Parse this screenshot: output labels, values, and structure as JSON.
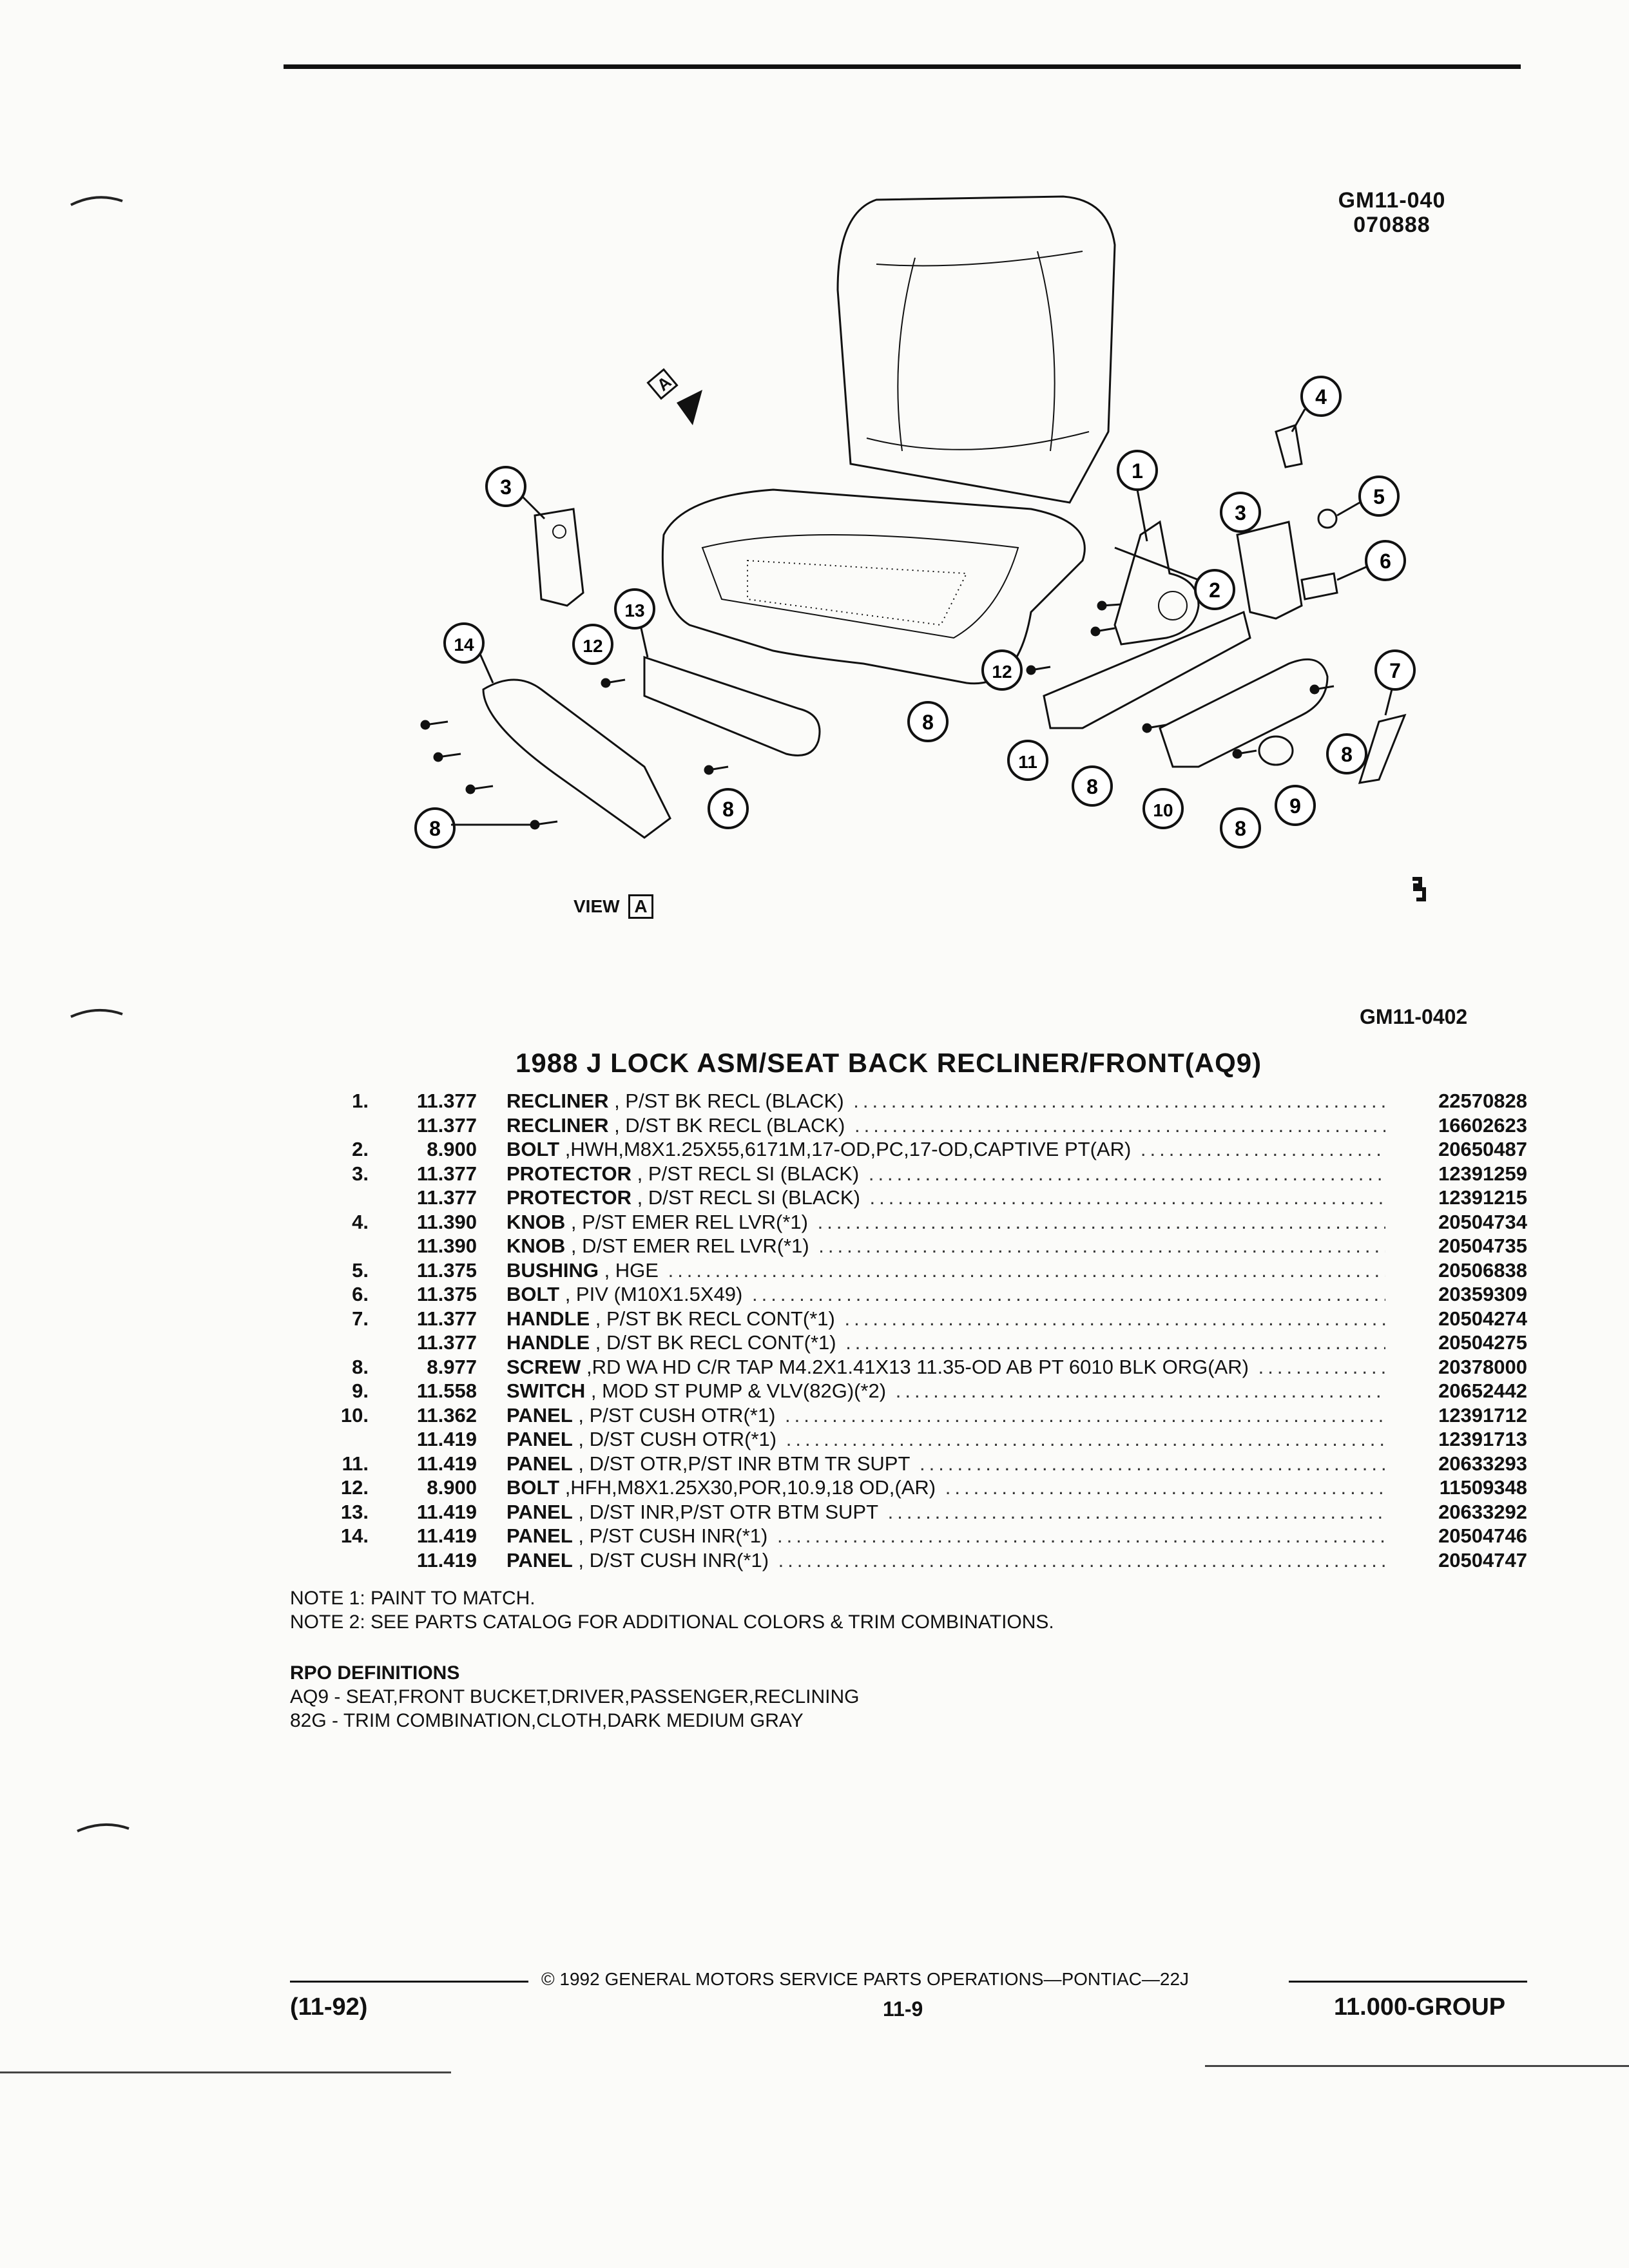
{
  "illustration": {
    "code": "GM11-040",
    "date": "070888",
    "view_label": "VIEW",
    "view_letter": "A",
    "callouts": [
      "1",
      "2",
      "3",
      "4",
      "5",
      "6",
      "7",
      "8",
      "9",
      "10",
      "11",
      "12",
      "13",
      "14"
    ]
  },
  "section_code": "GM11-0402",
  "title": "1988 J LOCK ASM/SEAT BACK RECLINER/FRONT(AQ9)",
  "parts": [
    {
      "idx": "1.",
      "group": "11.377",
      "name": "RECLINER",
      "desc": " , P/ST BK RECL (BLACK)",
      "part_no": "22570828"
    },
    {
      "idx": "",
      "group": "11.377",
      "name": "RECLINER",
      "desc": " , D/ST BK RECL (BLACK)",
      "part_no": "16602623"
    },
    {
      "idx": "2.",
      "group": "8.900",
      "name": "BOLT",
      "desc": " ,HWH,M8X1.25X55,6171M,17-OD,PC,17-OD,CAPTIVE PT(AR)",
      "part_no": "20650487"
    },
    {
      "idx": "3.",
      "group": "11.377",
      "name": "PROTECTOR",
      "desc": " , P/ST RECL SI (BLACK)",
      "part_no": "12391259"
    },
    {
      "idx": "",
      "group": "11.377",
      "name": "PROTECTOR",
      "desc": " , D/ST RECL SI (BLACK)",
      "part_no": "12391215"
    },
    {
      "idx": "4.",
      "group": "11.390",
      "name": "KNOB",
      "desc": " , P/ST EMER REL LVR(*1)",
      "part_no": "20504734"
    },
    {
      "idx": "",
      "group": "11.390",
      "name": "KNOB",
      "desc": " , D/ST EMER REL LVR(*1)",
      "part_no": "20504735"
    },
    {
      "idx": "5.",
      "group": "11.375",
      "name": "BUSHING",
      "desc": " , HGE",
      "part_no": "20506838"
    },
    {
      "idx": "6.",
      "group": "11.375",
      "name": "BOLT",
      "desc": " , PIV (M10X1.5X49)",
      "part_no": "20359309"
    },
    {
      "idx": "7.",
      "group": "11.377",
      "name": "HANDLE",
      "desc": " , P/ST BK RECL CONT(*1)",
      "part_no": "20504274"
    },
    {
      "idx": "",
      "group": "11.377",
      "name": "HANDLE",
      "desc": " , D/ST BK RECL CONT(*1)",
      "part_no": "20504275"
    },
    {
      "idx": "8.",
      "group": "8.977",
      "name": "SCREW",
      "desc": " ,RD WA HD C/R TAP M4.2X1.41X13 11.35-OD AB PT 6010 BLK ORG(AR)",
      "part_no": "20378000"
    },
    {
      "idx": "9.",
      "group": "11.558",
      "name": "SWITCH",
      "desc": " , MOD ST PUMP & VLV(82G)(*2)",
      "part_no": "20652442"
    },
    {
      "idx": "10.",
      "group": "11.362",
      "name": "PANEL",
      "desc": " , P/ST CUSH OTR(*1)",
      "part_no": "12391712"
    },
    {
      "idx": "",
      "group": "11.419",
      "name": "PANEL",
      "desc": " , D/ST CUSH OTR(*1)",
      "part_no": "12391713"
    },
    {
      "idx": "11.",
      "group": "11.419",
      "name": "PANEL",
      "desc": " , D/ST OTR,P/ST INR BTM TR SUPT",
      "part_no": "20633293"
    },
    {
      "idx": "12.",
      "group": "8.900",
      "name": "BOLT",
      "desc": " ,HFH,M8X1.25X30,POR,10.9,18 OD,(AR)",
      "part_no": "11509348"
    },
    {
      "idx": "13.",
      "group": "11.419",
      "name": "PANEL",
      "desc": " , D/ST INR,P/ST OTR BTM SUPT",
      "part_no": "20633292"
    },
    {
      "idx": "14.",
      "group": "11.419",
      "name": "PANEL",
      "desc": " , P/ST CUSH INR(*1)",
      "part_no": "20504746"
    },
    {
      "idx": "",
      "group": "11.419",
      "name": "PANEL",
      "desc": " , D/ST CUSH INR(*1)",
      "part_no": "20504747"
    }
  ],
  "notes": [
    "NOTE  1:  PAINT TO MATCH.",
    "NOTE  2:  SEE PARTS CATALOG FOR ADDITIONAL COLORS & TRIM COMBINATIONS."
  ],
  "rpo": {
    "heading": "RPO DEFINITIONS",
    "items": [
      "AQ9 - SEAT,FRONT BUCKET,DRIVER,PASSENGER,RECLINING",
      "82G - TRIM COMBINATION,CLOTH,DARK MEDIUM GRAY"
    ]
  },
  "footer": {
    "copyright": "©  1992  GENERAL MOTORS SERVICE PARTS OPERATIONS—PONTIAC—22J",
    "date": "(11-92)",
    "page": "11-9",
    "group": "11.000-GROUP"
  }
}
